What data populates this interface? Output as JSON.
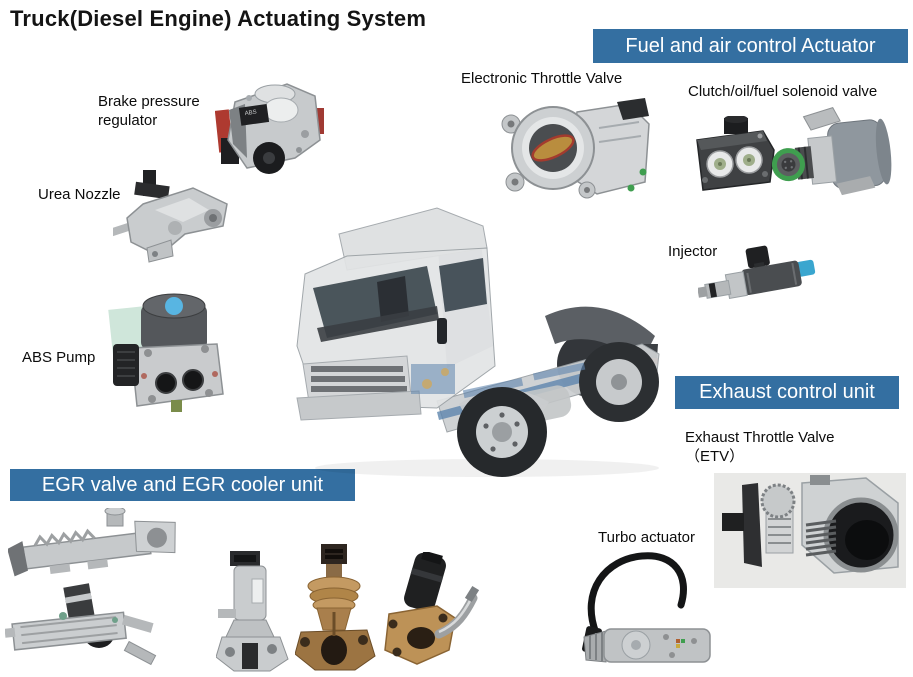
{
  "title": "Truck(Diesel Engine) Actuating System",
  "colors": {
    "background": "#FFFFFF",
    "banner_bg": "#346FA1",
    "banner_text": "#FFFFFF",
    "label_text": "#0C0C0C",
    "abs_dot_blue": "#58B5E2",
    "solenoid_ring_green": "#3F9E4F",
    "injector_cap_blue": "#3AA6CF",
    "egr_bronze": "#BD9257"
  },
  "banners": {
    "fuel_air": {
      "label": "Fuel and air control Actuator"
    },
    "exhaust": {
      "label": "Exhaust control unit"
    },
    "egr": {
      "label": "EGR valve and EGR cooler unit"
    }
  },
  "labels": {
    "brake_pressure_regulator": "Brake pressure regulator",
    "urea_nozzle": "Urea Nozzle",
    "abs_pump": "ABS Pump",
    "electronic_throttle_valve": "Electronic Throttle Valve",
    "clutch_oil_fuel_solenoid_valve": "Clutch/oil/fuel solenoid valve",
    "injector": "Injector",
    "exhaust_throttle_valve": "Exhaust Throttle Valve",
    "exhaust_throttle_valve_abbr": "（ETV）",
    "turbo_actuator": "Turbo actuator"
  },
  "parts_text": {
    "abs_badge": "ABS"
  }
}
